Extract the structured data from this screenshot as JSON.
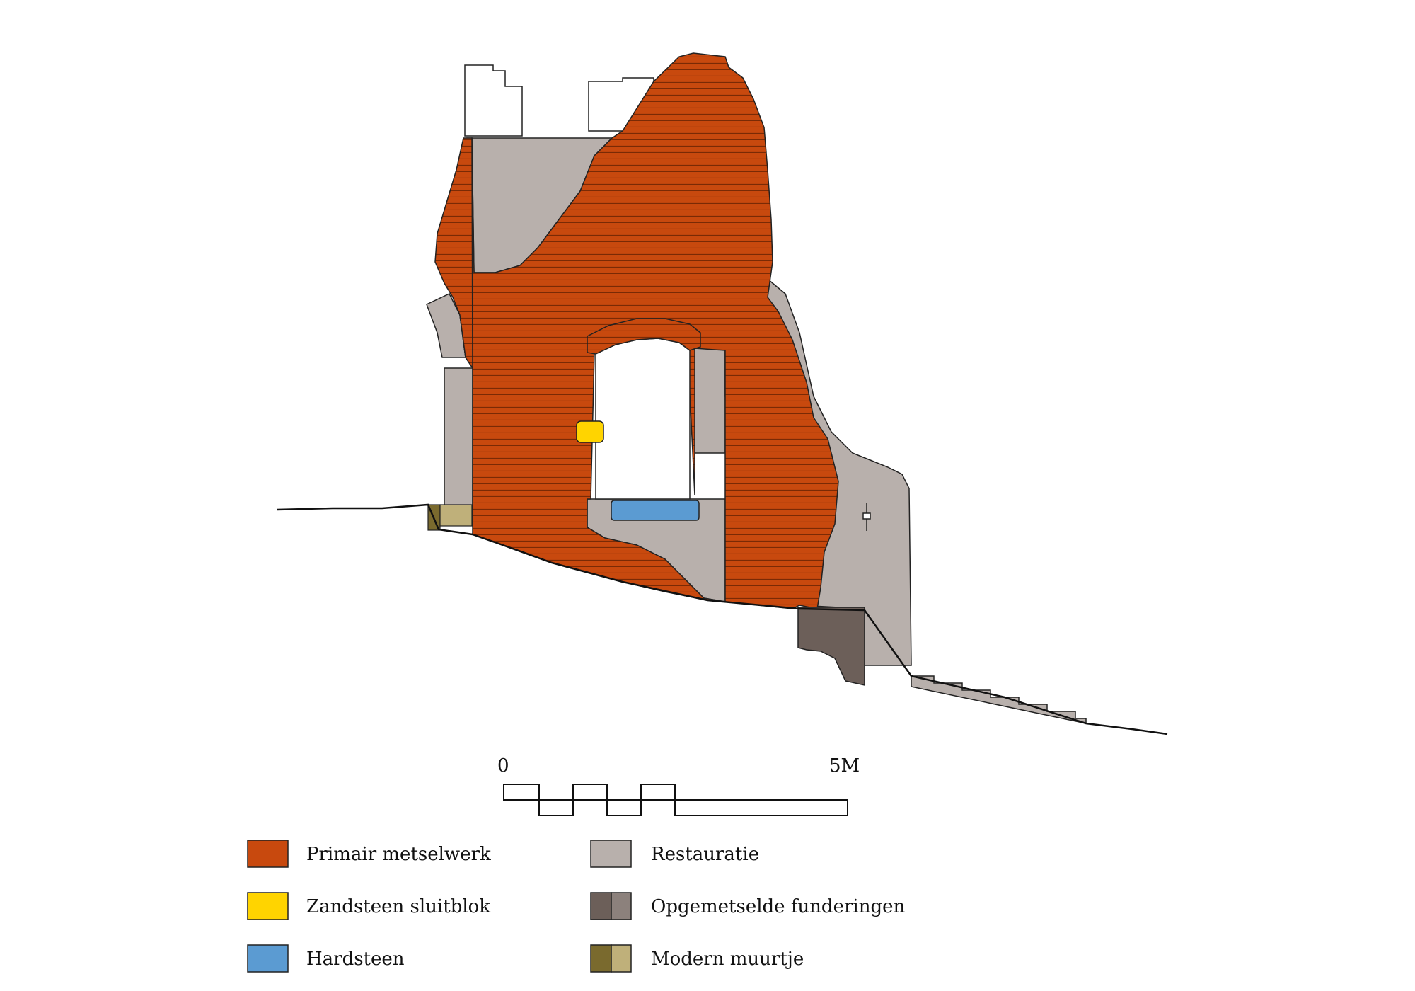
{
  "colors": {
    "primary_masonry": "#C8490E",
    "restoration": "#B8B0AC",
    "sandstone": "#FFD400",
    "bluestone": "#5B9BD2",
    "foundation_dark": "#6C5F59",
    "foundation_light": "#8C817C",
    "modern_dark": "#7A6A2E",
    "modern_light": "#BFB07A",
    "outline": "#222222",
    "brick_line": "#7A2A05"
  },
  "scale_bar": {
    "start_label": "0",
    "end_label": "5M"
  },
  "legend": [
    {
      "id": "primary",
      "label": "Primair metselwerk",
      "swatch": [
        "primary_masonry"
      ]
    },
    {
      "id": "restoration",
      "label": "Restauratie",
      "swatch": [
        "restoration"
      ]
    },
    {
      "id": "sandstone",
      "label": "Zandsteen sluitblok",
      "swatch": [
        "sandstone"
      ]
    },
    {
      "id": "foundation",
      "label": "Opgemetselde funderingen",
      "swatch": [
        "foundation_dark",
        "foundation_light"
      ]
    },
    {
      "id": "bluestone",
      "label": "Hardsteen",
      "swatch": [
        "bluestone"
      ]
    },
    {
      "id": "modern",
      "label": "Modern muurtje",
      "swatch": [
        "modern_dark",
        "modern_light"
      ]
    }
  ]
}
